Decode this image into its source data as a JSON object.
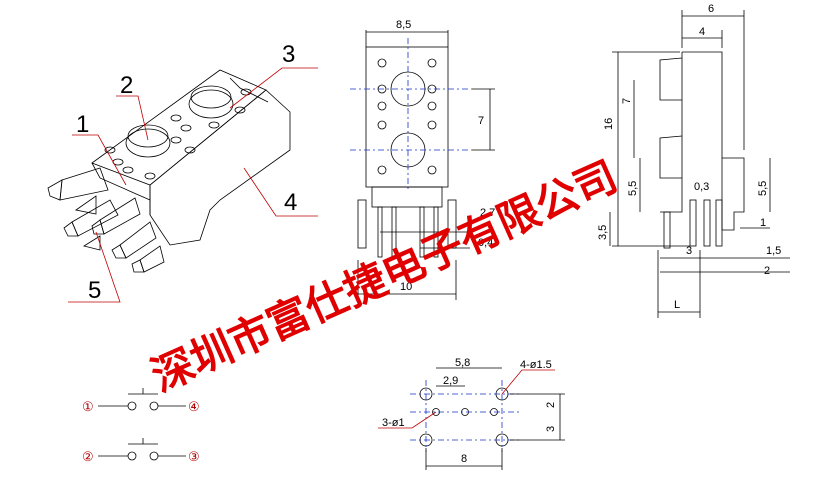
{
  "callouts": {
    "c1": "1",
    "c2": "2",
    "c3": "3",
    "c4": "4",
    "c5": "5"
  },
  "front_view": {
    "width_top": "8,5",
    "spacing": "7",
    "pin_pitch": "2,7",
    "pin_width": "0,4",
    "width_bottom": "10"
  },
  "side_view": {
    "dim_6": "6",
    "dim_4": "4",
    "dim_16": "16",
    "dim_7": "7",
    "dim_55_left": "5,5",
    "dim_35": "3,5",
    "dim_55_right": "5,5",
    "dim_03": "0,3",
    "dim_1": "1",
    "dim_3": "3",
    "dim_15": "1,5",
    "dim_2": "2",
    "dim_L": "L"
  },
  "footprint": {
    "dim_58": "5,8",
    "dim_29": "2,9",
    "holes_large": "4-ø1.5",
    "holes_small": "3-ø1",
    "dim_2v": "2",
    "dim_3v": "3",
    "dim_8": "8"
  },
  "schematic": {
    "t1": "①",
    "t4": "④",
    "t2": "②",
    "t3": "③"
  },
  "watermark": "深圳市富仕捷电子有限公司",
  "colors": {
    "line": "#000000",
    "callout_red": "#c00000",
    "center_blue": "#1a32c8",
    "watermark_red": "#e00000"
  }
}
